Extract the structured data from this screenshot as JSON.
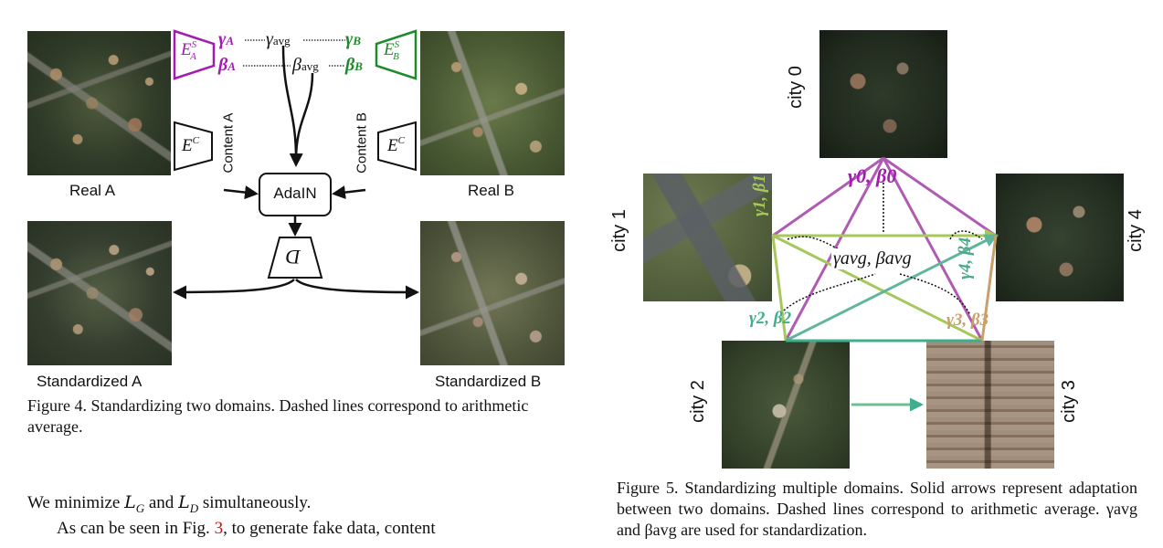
{
  "figure4": {
    "real_a": "Real A",
    "real_b": "Real B",
    "standardized_a": "Standardized A",
    "standardized_b": "Standardized B",
    "encoder_style_a": "E",
    "encoder_style_a_sup": "S",
    "encoder_style_a_sub": "A",
    "encoder_style_b": "E",
    "encoder_style_b_sup": "S",
    "encoder_style_b_sub": "B",
    "encoder_content": "E",
    "encoder_content_sup": "C",
    "content_a": "Content A",
    "content_b": "Content B",
    "adain": "AdaIN",
    "decoder": "D",
    "gamma_a": "γ",
    "gamma_a_sub": "A",
    "beta_a": "β",
    "beta_a_sub": "A",
    "gamma_b": "γ",
    "gamma_b_sub": "B",
    "beta_b": "β",
    "beta_b_sub": "B",
    "gamma_avg": "γ",
    "beta_avg": "β",
    "avg_sub": "avg",
    "caption": "Figure 4. Standardizing two domains. Dashed lines correspond to arithmetic average."
  },
  "figure5": {
    "cities": [
      "city 0",
      "city 1",
      "city 2",
      "city 3",
      "city 4"
    ],
    "g0b0": "γ0, β0",
    "g1b1": "γ1, β1",
    "g2b2": "γ2, β2",
    "g3b3": "γ3, β3",
    "g4b4": "γ4, β4",
    "avg_label": "γavg, βavg",
    "caption": "Figure 5. Standardizing multiple domains. Solid arrows represent adaptation between two domains. Dashed lines correspond to arithmetic average. γavg and βavg are used for standardization."
  },
  "body": {
    "line1_pre": "We minimize ",
    "lg": "L",
    "lg_sub": "G",
    "and": " and ",
    "ld": "L",
    "ld_sub": "D",
    "line1_post": " simultaneously.",
    "line2_pre": "As can be seen in Fig. ",
    "line2_ref": "3",
    "line2_post": ", to generate fake data, content"
  },
  "colors": {
    "purple": "#a21caf",
    "green_dark": "#1e8a2a",
    "city0": "#b05bb3",
    "city1": "#a7c75a",
    "city2": "#3fae8c",
    "city3": "#c9a06a",
    "city4": "#4aa98a",
    "link_blue": "#cc1111"
  }
}
